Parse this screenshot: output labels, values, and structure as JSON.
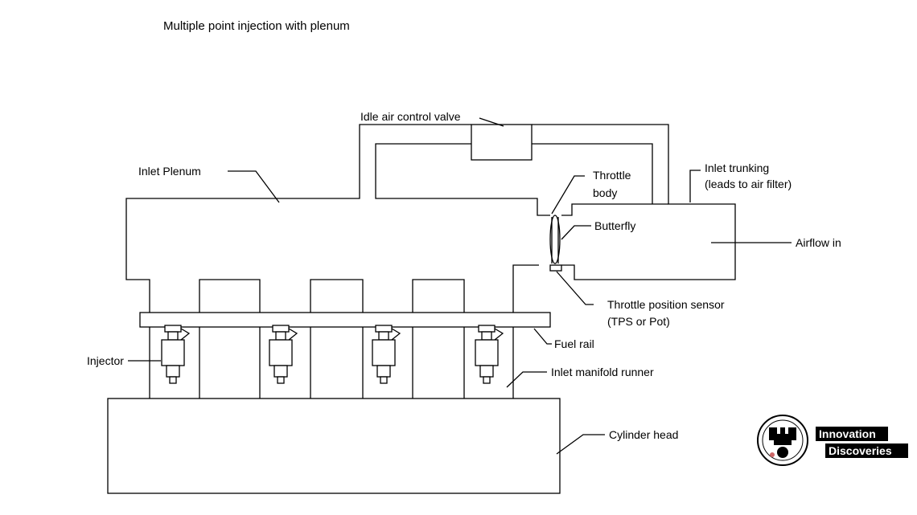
{
  "title": "Multiple point injection with plenum",
  "labels": {
    "idle_air_control_valve": "Idle air control valve",
    "inlet_plenum": "Inlet Plenum",
    "throttle_body_1": "Throttle",
    "throttle_body_2": "body",
    "inlet_trunking_1": "Inlet trunking",
    "inlet_trunking_2": "(leads to air filter)",
    "butterfly": "Butterfly",
    "airflow_in": "Airflow in",
    "tps_1": "Throttle position sensor",
    "tps_2": "(TPS or Pot)",
    "fuel_rail": "Fuel rail",
    "injector": "Injector",
    "inlet_manifold_runner": "Inlet manifold runner",
    "cylinder_head": "Cylinder head"
  },
  "logo": {
    "line1": "Innovation",
    "line2": "Discoveries"
  }
}
